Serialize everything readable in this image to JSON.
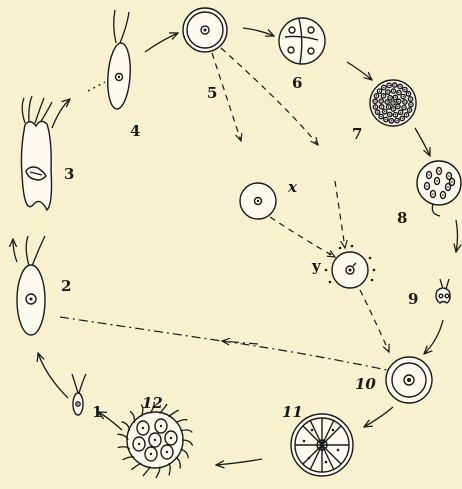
{
  "colors": {
    "background": "#f7f1cf",
    "ink": "#1a1a1a"
  },
  "labels": {
    "l1": "1",
    "l2": "2",
    "l3": "3",
    "l4": "4",
    "l5": "5",
    "l6": "6",
    "l7": "7",
    "l8": "8",
    "l9": "9",
    "l10": "10",
    "l11": "11",
    "l12": "12",
    "lx": "x",
    "ly": "y"
  }
}
